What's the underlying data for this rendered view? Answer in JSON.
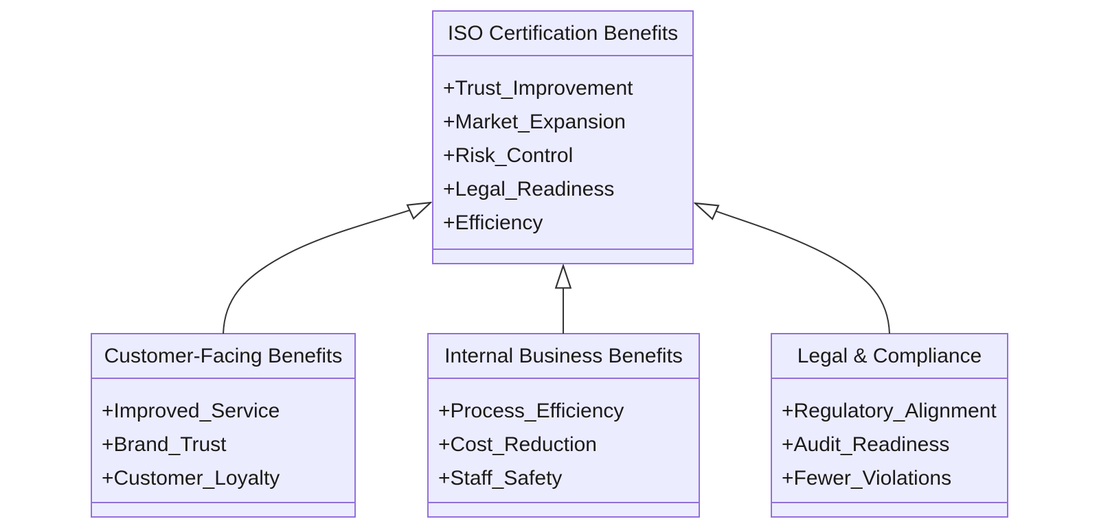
{
  "diagram_type": "uml-class-diagram",
  "classes": [
    {
      "id": "iso",
      "title": "ISO Certification Benefits",
      "attributes": [
        "+Trust_Improvement",
        "+Market_Expansion",
        "+Risk_Control",
        "+Legal_Readiness",
        "+Efficiency"
      ]
    },
    {
      "id": "customer",
      "title": "Customer-Facing Benefits",
      "attributes": [
        "+Improved_Service",
        "+Brand_Trust",
        "+Customer_Loyalty"
      ]
    },
    {
      "id": "internal",
      "title": "Internal Business Benefits",
      "attributes": [
        "+Process_Efficiency",
        "+Cost_Reduction",
        "+Staff_Safety"
      ]
    },
    {
      "id": "legal",
      "title": "Legal & Compliance",
      "attributes": [
        "+Regulatory_Alignment",
        "+Audit_Readiness",
        "+Fewer_Violations"
      ]
    }
  ],
  "relations": [
    {
      "from": "Customer-Facing Benefits",
      "to": "ISO Certification Benefits",
      "type": "inheritance"
    },
    {
      "from": "Internal Business Benefits",
      "to": "ISO Certification Benefits",
      "type": "inheritance"
    },
    {
      "from": "Legal & Compliance",
      "to": "ISO Certification Benefits",
      "type": "inheritance"
    }
  ],
  "colors": {
    "node_fill": "#ECECFF",
    "node_border": "#9370DB",
    "edge": "#333333",
    "text": "#1a1a1a",
    "background": "#ffffff"
  }
}
